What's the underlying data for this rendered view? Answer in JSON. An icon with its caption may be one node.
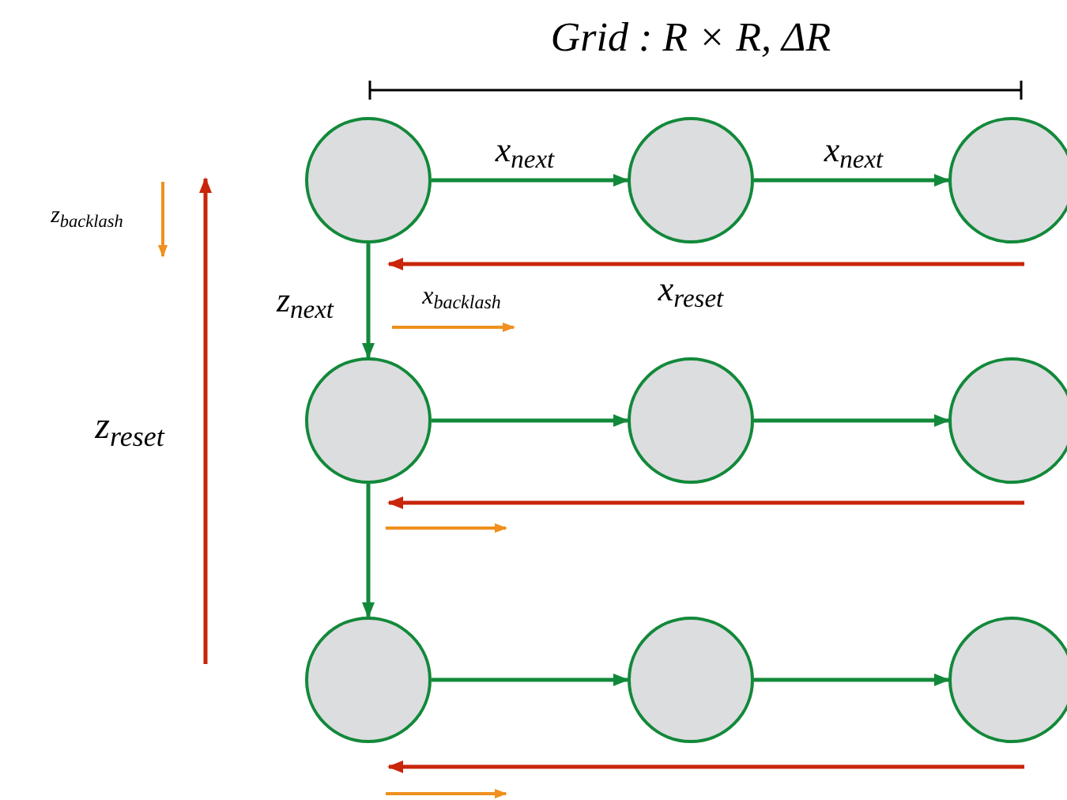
{
  "diagram": {
    "title": "Grid : R × R, ΔR",
    "nodes": [
      {
        "text": [],
        "shape": "circle"
      },
      {
        "text": [],
        "shape": "circle"
      },
      {
        "text": [],
        "shape": "circle"
      },
      {
        "text": [],
        "shape": "circle"
      },
      {
        "text": [],
        "shape": "circle"
      },
      {
        "text": [],
        "shape": "circle"
      },
      {
        "text": [],
        "shape": "circle"
      },
      {
        "text": [],
        "shape": "circle"
      },
      {
        "text": [],
        "shape": "circle"
      }
    ],
    "edges": [
      {
        "from": 0,
        "to": 1,
        "arrow": "to",
        "label": "x$_{next}$"
      },
      {
        "from": 1,
        "to": 2,
        "arrow": "to",
        "label": "x$_{next}$"
      },
      {
        "from": 0,
        "to": 3,
        "arrow": "to",
        "label": "z$_{next}$"
      },
      {
        "from": 3,
        "to": 6,
        "arrow": "to"
      },
      {
        "from": 3,
        "to": 4,
        "arrow": "to"
      },
      {
        "from": 4,
        "to": 5,
        "arrow": "to"
      },
      {
        "from": 6,
        "to": 7,
        "arrow": "to"
      },
      {
        "from": 7,
        "to": 8,
        "arrow": "to"
      }
    ],
    "labels": [
      "z$_{backlash}$",
      "x$_{backlash}$",
      "x$_{reset}$",
      "z$_{reset}$"
    ]
  }
}
